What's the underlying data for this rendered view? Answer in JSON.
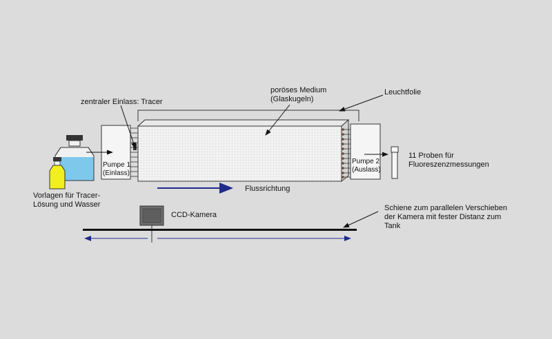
{
  "labels": {
    "porous_medium_line1": "poröses Medium",
    "porous_medium_line2": "(Glaskugeln)",
    "luminous_film": "Leuchtfolie",
    "central_inlet": "zentraler Einlass: Tracer",
    "pump1_line1": "Pumpe 1",
    "pump1_line2": "(Einlass)",
    "pump2_line1": "Pumpe 2",
    "pump2_line2": "(Auslass)",
    "samples_line1": "11 Proben für",
    "samples_line2": "Fluoreszenzmessungen",
    "reservoirs_line1": "Vorlagen für Tracer-",
    "reservoirs_line2": "Lösung und Wasser",
    "flow_direction": "Flussrichtung",
    "ccd_camera": "CCD-Kamera",
    "rail_line1": "Schiene zum parallelen Verschieben",
    "rail_line2": "der Kamera mit fester Distanz zum",
    "rail_line3": "Tank"
  },
  "colors": {
    "background": "#dcdcdc",
    "water": "#7ec8ec",
    "tracer": "#f2ef1e",
    "arrow_blue": "#1f2a8c",
    "camera": "#6e6e6e",
    "tank_grid": "#c9c9c9"
  },
  "icons": {
    "reservoir_water": "bottle-icon",
    "reservoir_tracer": "bottle-icon",
    "camera": "ccd-camera-icon",
    "sample": "test-tube-icon"
  }
}
